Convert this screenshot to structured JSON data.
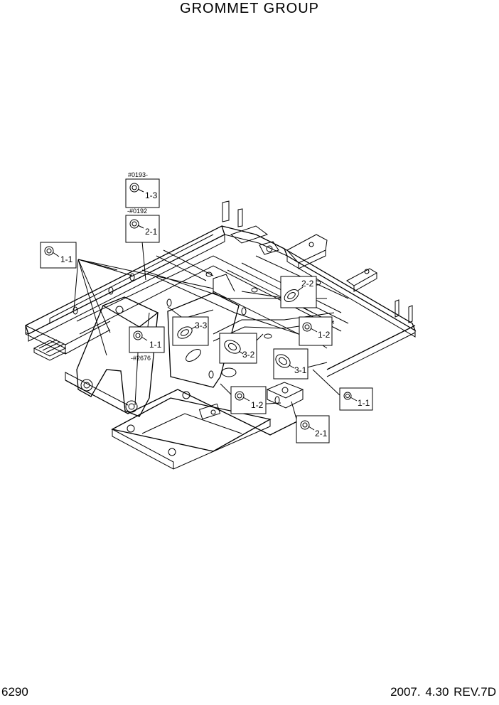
{
  "title": "GROMMET GROUP",
  "page_number": "6290",
  "revision": "2007. 4.30  REV.7D",
  "serial_notes": {
    "a": "#0193-",
    "b": "-#0192",
    "c": "-#2676"
  },
  "callouts": {
    "c13": "1-3",
    "c21a": "2-1",
    "c11a": "1-1",
    "c11b": "1-1",
    "c33": "3-3",
    "c32": "3-2",
    "c22": "2-2",
    "c12a": "1-2",
    "c31": "3-1",
    "c11c": "1-1",
    "c12b": "1-2",
    "c21b": "2-1"
  }
}
